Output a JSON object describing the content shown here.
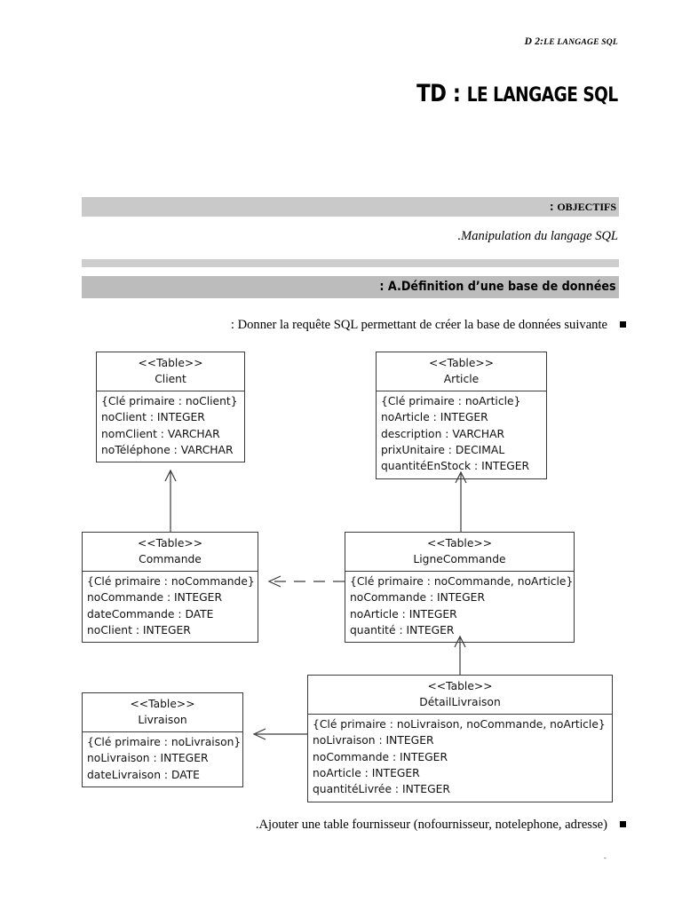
{
  "header": {
    "running_head_prefix": "D 2:",
    "running_head_rest": "Le langage SQL",
    "title_prefix": "TD : ",
    "title_rest": "Le langage SQL"
  },
  "sections": {
    "objectifs_bar_label_prefix": ": ",
    "objectifs_bar_label_rest": "Objectifs",
    "objectifs_text": ".Manipulation du langage SQL",
    "section_a_label": ": A.Définition d’une base de données"
  },
  "bullets": [
    {
      "text": ": Donner la requête SQL permettant de créer la base de données suivante",
      "marker": "square"
    },
    {
      "text": ".Ajouter une table fournisseur (nofournisseur, notelephone, adresse)",
      "marker": "square"
    }
  ],
  "diagram": {
    "type": "uml-class-diagram",
    "stereotype": "<<Table>>",
    "tables": [
      {
        "id": "client",
        "name": "Client",
        "attributes": [
          "{Clé primaire : noClient}",
          "noClient : INTEGER",
          "nomClient : VARCHAR",
          "noTéléphone : VARCHAR"
        ]
      },
      {
        "id": "article",
        "name": "Article",
        "attributes": [
          "{Clé primaire : noArticle}",
          "noArticle : INTEGER",
          "description : VARCHAR",
          "prixUnitaire : DECIMAL",
          "quantitéEnStock : INTEGER"
        ]
      },
      {
        "id": "commande",
        "name": "Commande",
        "attributes": [
          "{Clé primaire : noCommande}",
          "noCommande : INTEGER",
          "dateCommande : DATE",
          "noClient : INTEGER"
        ]
      },
      {
        "id": "lignecommande",
        "name": "LigneCommande",
        "attributes": [
          "{Clé primaire : noCommande, noArticle}",
          "noCommande : INTEGER",
          "noArticle : INTEGER",
          "quantité : INTEGER"
        ]
      },
      {
        "id": "livraison",
        "name": "Livraison",
        "attributes": [
          "{Clé primaire : noLivraison}",
          "noLivraison : INTEGER",
          "dateLivraison : DATE"
        ]
      },
      {
        "id": "detaillivraison",
        "name": "DétailLivraison",
        "attributes": [
          "{Clé primaire : noLivraison, noCommande, noArticle}",
          "noLivraison : INTEGER",
          "noCommande : INTEGER",
          "noArticle : INTEGER",
          "quantitéLivrée : INTEGER"
        ]
      }
    ],
    "connectors": [
      {
        "from": "commande",
        "to": "client",
        "style": "solid",
        "arrow": "open"
      },
      {
        "from": "lignecommande",
        "to": "article",
        "style": "solid",
        "arrow": "open"
      },
      {
        "from": "lignecommande",
        "to": "commande",
        "style": "dashed",
        "arrow": "open"
      },
      {
        "from": "detaillivraison",
        "to": "lignecommande",
        "style": "solid",
        "arrow": "open"
      },
      {
        "from": "detaillivraison",
        "to": "livraison",
        "style": "solid",
        "arrow": "open"
      }
    ]
  },
  "footer": {
    "page_mark": "-"
  },
  "colors": {
    "bar_objectifs": "#c9c9c9",
    "bar_thin": "#cdcdcd",
    "bar_section": "#bcbcbc",
    "line": "#3a3a3a",
    "text": "#000000"
  }
}
